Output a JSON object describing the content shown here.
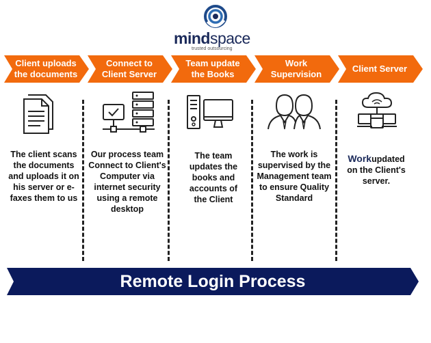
{
  "logo": {
    "brand_main": "mind",
    "brand_light": "space",
    "tagline": "trusted outsourcing"
  },
  "steps": [
    {
      "title": "Client uploads the documents",
      "icon": "documents-icon",
      "description": "The client scans the documents and uploads it on his server or e-faxes them to us"
    },
    {
      "title": "Connect to Client Server",
      "icon": "network-server-icon",
      "description": "Our process team Connect to Client's Computer via internet security using a remote desktop"
    },
    {
      "title": "Team update the Books",
      "icon": "desktop-computer-icon",
      "description": "The team updates the books and accounts of the Client"
    },
    {
      "title": "Work Supervision",
      "icon": "supervisors-icon",
      "description": "The work is supervised by the Management team  to ensure Quality Standard"
    },
    {
      "title": "Client Server",
      "icon": "cloud-network-icon",
      "description_accent": "Work",
      "description": "updated on the Client's server."
    }
  ],
  "banner": {
    "title": "Remote Login Process"
  },
  "colors": {
    "orange": "#f26a0d",
    "navy": "#0b1a5c",
    "logo_blue": "#1e4a8a",
    "text": "#111111"
  }
}
